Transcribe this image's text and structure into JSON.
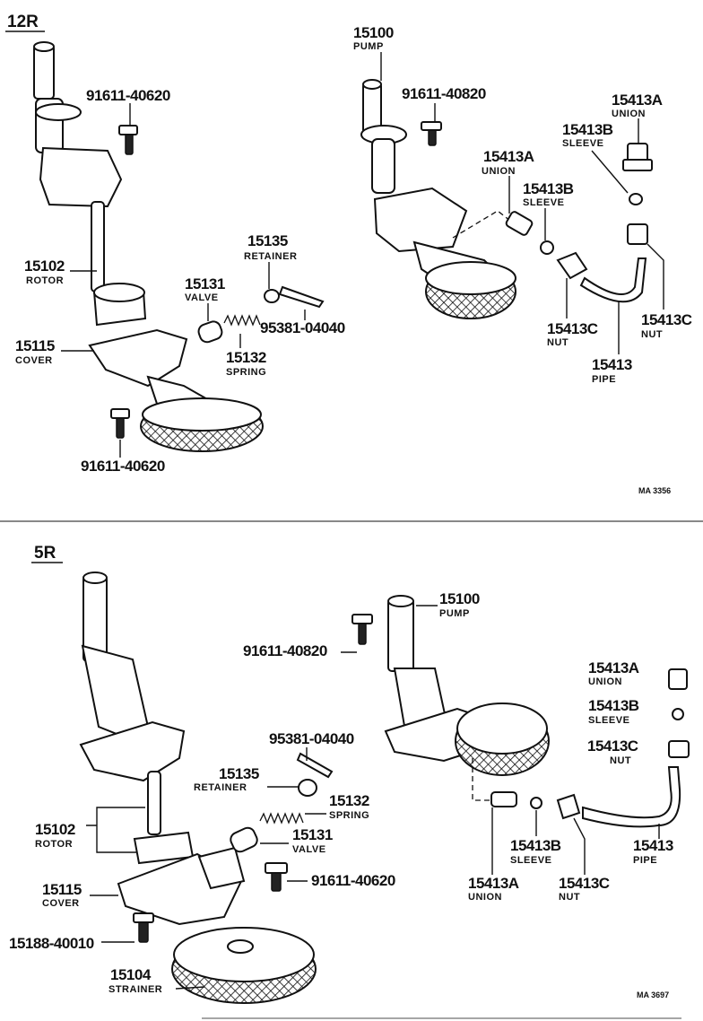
{
  "top": {
    "section_label": "12R",
    "figure_code": "MA 3356",
    "left": {
      "bolt_top": "91611-40620",
      "rotor_num": "15102",
      "rotor_lbl": "ROTOR",
      "cover_num": "15115",
      "cover_lbl": "COVER",
      "valve_num": "15131",
      "valve_lbl": "VALVE",
      "retainer_num": "15135",
      "retainer_lbl": "RETAINER",
      "spring_num": "15132",
      "spring_lbl": "SPRING",
      "pin": "95381-04040",
      "bolt_bottom": "91611-40620"
    },
    "right": {
      "pump_num": "15100",
      "pump_lbl": "PUMP",
      "bolt": "91611-40820",
      "union_a_num": "15413A",
      "union_a_lbl": "UNION",
      "sleeve_b_num": "15413B",
      "sleeve_b_lbl": "SLEEVE",
      "union_a2_num": "15413A",
      "union_a2_lbl": "UNION",
      "sleeve_b2_num": "15413B",
      "sleeve_b2_lbl": "SLEEVE",
      "nut_c_num": "15413C",
      "nut_c_lbl": "NUT",
      "nut_c2_num": "15413C",
      "nut_c2_lbl": "NUT",
      "pipe_num": "15413",
      "pipe_lbl": "PIPE"
    }
  },
  "bottom": {
    "section_label": "5R",
    "figure_code": "MA  3697",
    "left": {
      "bolt_top": "91611-40820",
      "pin": "95381-04040",
      "retainer_num": "15135",
      "retainer_lbl": "RETAINER",
      "spring_num": "15132",
      "spring_lbl": "SPRING",
      "rotor_num": "15102",
      "rotor_lbl": "ROTOR",
      "valve_num": "15131",
      "valve_lbl": "VALVE",
      "cover_num": "15115",
      "cover_lbl": "COVER",
      "bolt_cover": "91611-40620",
      "plug": "15188-40010",
      "strainer_num": "15104",
      "strainer_lbl": "STRAINER"
    },
    "right": {
      "pump_num": "15100",
      "pump_lbl": "PUMP",
      "union_a_num": "15413A",
      "union_a_lbl": "UNION",
      "sleeve_b_num": "15413B",
      "sleeve_b_lbl": "SLEEVE",
      "nut_c_num": "15413C",
      "nut_c_lbl": "NUT",
      "pipe_num": "15413",
      "pipe_lbl": "PIPE",
      "sleeve_b2_num": "15413B",
      "sleeve_b2_lbl": "SLEEVE",
      "union_a2_num": "15413A",
      "union_a2_lbl": "UNION",
      "nut_c2_num": "15413C",
      "nut_c2_lbl": "NUT"
    }
  }
}
